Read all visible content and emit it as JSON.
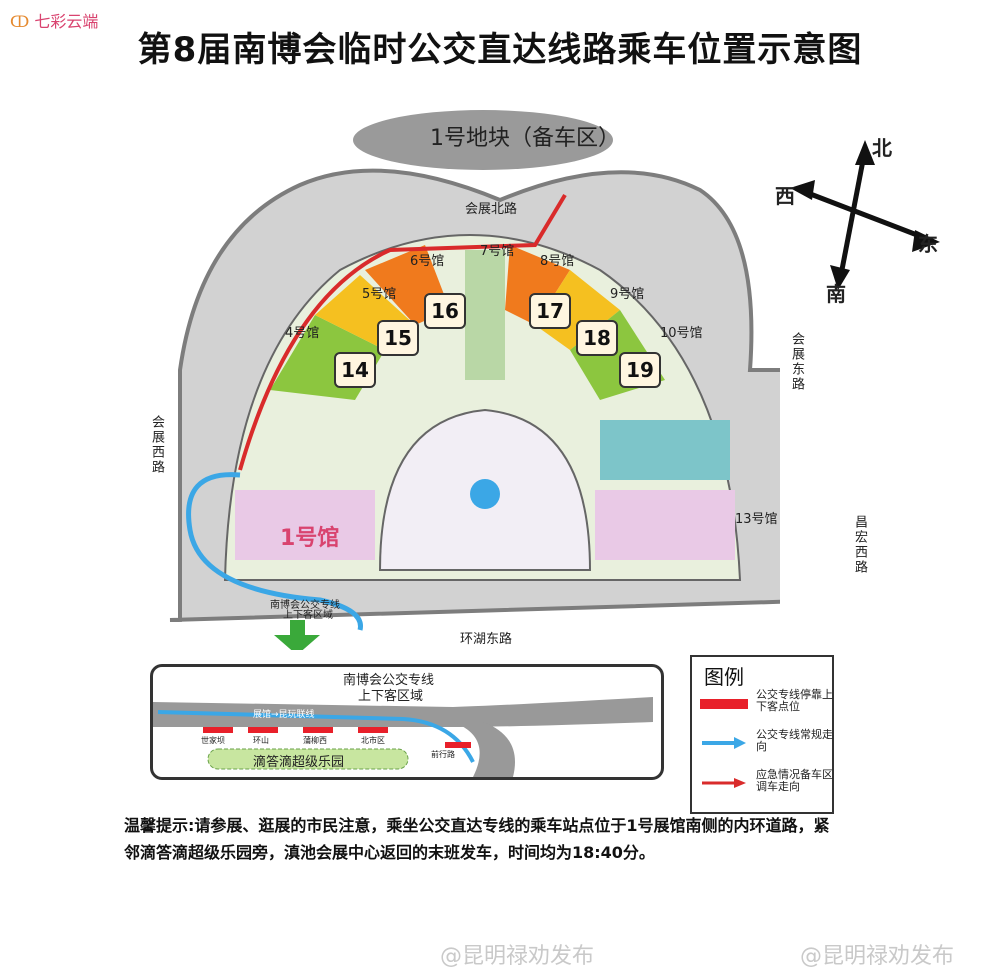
{
  "logo": {
    "text": "七彩云端"
  },
  "title": "第8届南博会临时公交直达线路乘车位置示意图",
  "block": {
    "label": "1号地块（备车区）"
  },
  "compass": {
    "north": "北",
    "south": "南",
    "east": "东",
    "west": "西"
  },
  "roads": {
    "north": "会展北路",
    "east": "会展东路",
    "west": "会展西路",
    "south": "环湖东路",
    "far_east": "昌宏西路"
  },
  "halls": [
    {
      "name": "5号馆"
    },
    {
      "name": "6号馆"
    },
    {
      "name": "7号馆"
    },
    {
      "name": "8号馆"
    },
    {
      "name": "9号馆"
    },
    {
      "name": "10号馆"
    },
    {
      "name": "4号馆"
    },
    {
      "name": "1号馆"
    },
    {
      "name": "13号馆"
    }
  ],
  "hall_numbers": [
    "14",
    "15",
    "16",
    "17",
    "18",
    "19"
  ],
  "pickup_zone": {
    "line1": "南博会公交专线",
    "line2": "上下客区域"
  },
  "inset": {
    "title_line1": "南博会公交专线",
    "title_line2": "上下客区域",
    "road_label": "展馆→昆玩联线",
    "stops": [
      "世家坝",
      "环山",
      "蒲柳西",
      "北市区",
      "前行路"
    ],
    "park": "滴答滴超级乐园"
  },
  "legend": {
    "title": "图例",
    "items": [
      {
        "text": "公交专线停靠上下客点位",
        "color": "#e8202a"
      },
      {
        "text": "公交专线常规走向",
        "color": "#3ba7e6"
      },
      {
        "text": "应急情况备车区调车走向",
        "color": "#d92b2b"
      }
    ]
  },
  "tip": "温馨提示:请参展、逛展的市民注意，乘坐公交直达专线的乘车站点位于1号展馆南侧的内环道路，紧邻滴答滴超级乐园旁，滇池会展中心返回的末班发车，时间均为18:40分。",
  "watermarks": [
    "@昆明禄劝发布",
    "@昆明禄劝发布"
  ],
  "colors": {
    "road": "#8c8c8c",
    "orange": "#f07a1d",
    "yellow": "#f5c020",
    "green": "#8cc63f",
    "blue_route": "#3ba7e6",
    "red_route": "#d92b2b"
  }
}
